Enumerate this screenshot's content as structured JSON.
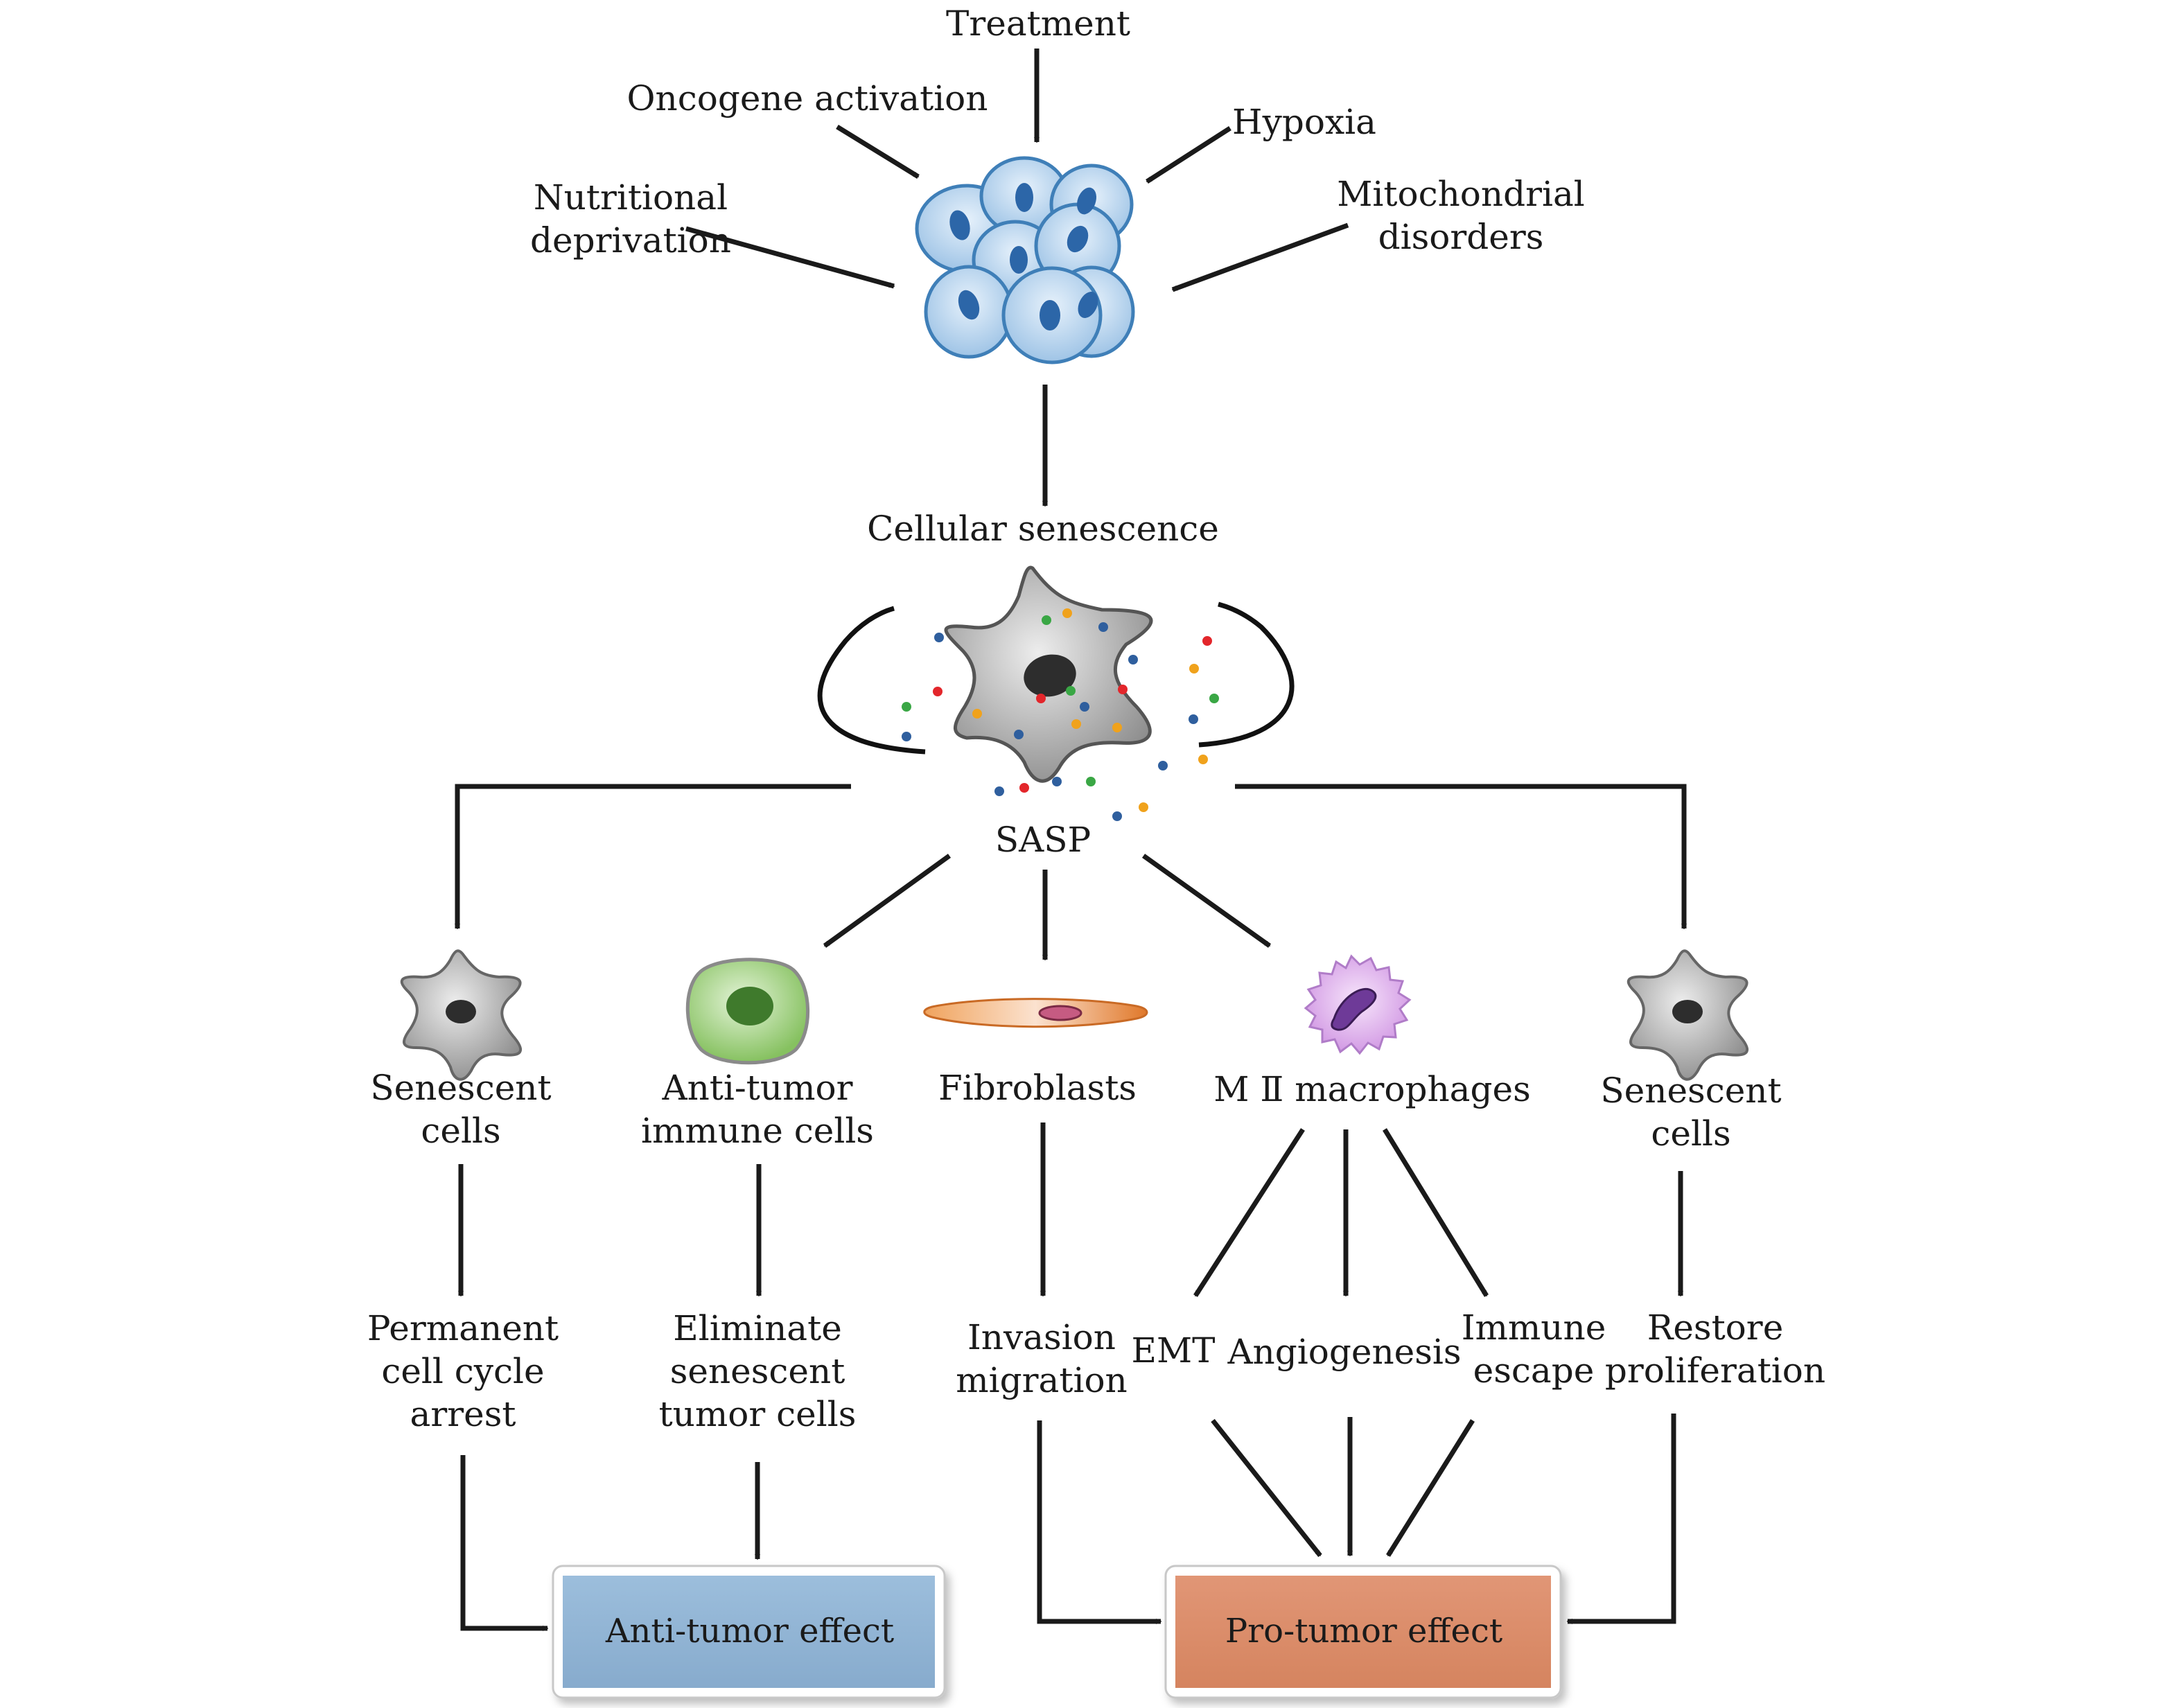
{
  "colors": {
    "ink": "#1a1a1a",
    "cell_fill": "#bcd7ee",
    "cell_stroke": "#3f7fb8",
    "nucleus": "#2c66a8",
    "senescent_fill": "#a8a8a8",
    "immune_cell": "#8dc86a",
    "fibroblast": "#e68a3e",
    "macrophage": "#d9a6e8",
    "anti_box": "#8fb3d4",
    "pro_box": "#d98c68",
    "dot_red": "#e3262b",
    "dot_green": "#3aa745",
    "dot_blue": "#2f5f9e",
    "dot_orange": "#f0a21c"
  },
  "inducers": {
    "treatment": "Treatment",
    "oncogene": "Oncogene activation",
    "hypoxia": "Hypoxia",
    "nutritional": "Nutritional\ndeprivation",
    "mitochondrial": "Mitochondrial\ndisorders"
  },
  "center": {
    "cellular_senescence": "Cellular senescence",
    "sasp": "SASP"
  },
  "branches": {
    "senescent_left": "Senescent\ncells",
    "anti_tumor_immune": "Anti-tumor\nimmune cells",
    "fibroblasts": "Fibroblasts",
    "macrophages": "M Ⅱ macrophages",
    "senescent_right": "Senescent\ncells"
  },
  "outcomes": {
    "cell_cycle_arrest": "Permanent\ncell cycle\narrest",
    "eliminate": "Eliminate\nsenescent\ntumor cells",
    "invasion": "Invasion\nmigration",
    "emt": "EMT",
    "angiogenesis": "Angiogenesis",
    "immune_escape": "Immune\nescape",
    "restore": "Restore\nproliferation"
  },
  "effects": {
    "anti": "Anti-tumor effect",
    "pro": "Pro-tumor effect"
  },
  "icons": {
    "tumor_cells": "tumor-cell-cluster-icon",
    "senescent_cell": "senescent-cell-icon",
    "immune_cell": "immune-cell-icon",
    "fibroblast": "fibroblast-icon",
    "macrophage": "macrophage-icon"
  }
}
